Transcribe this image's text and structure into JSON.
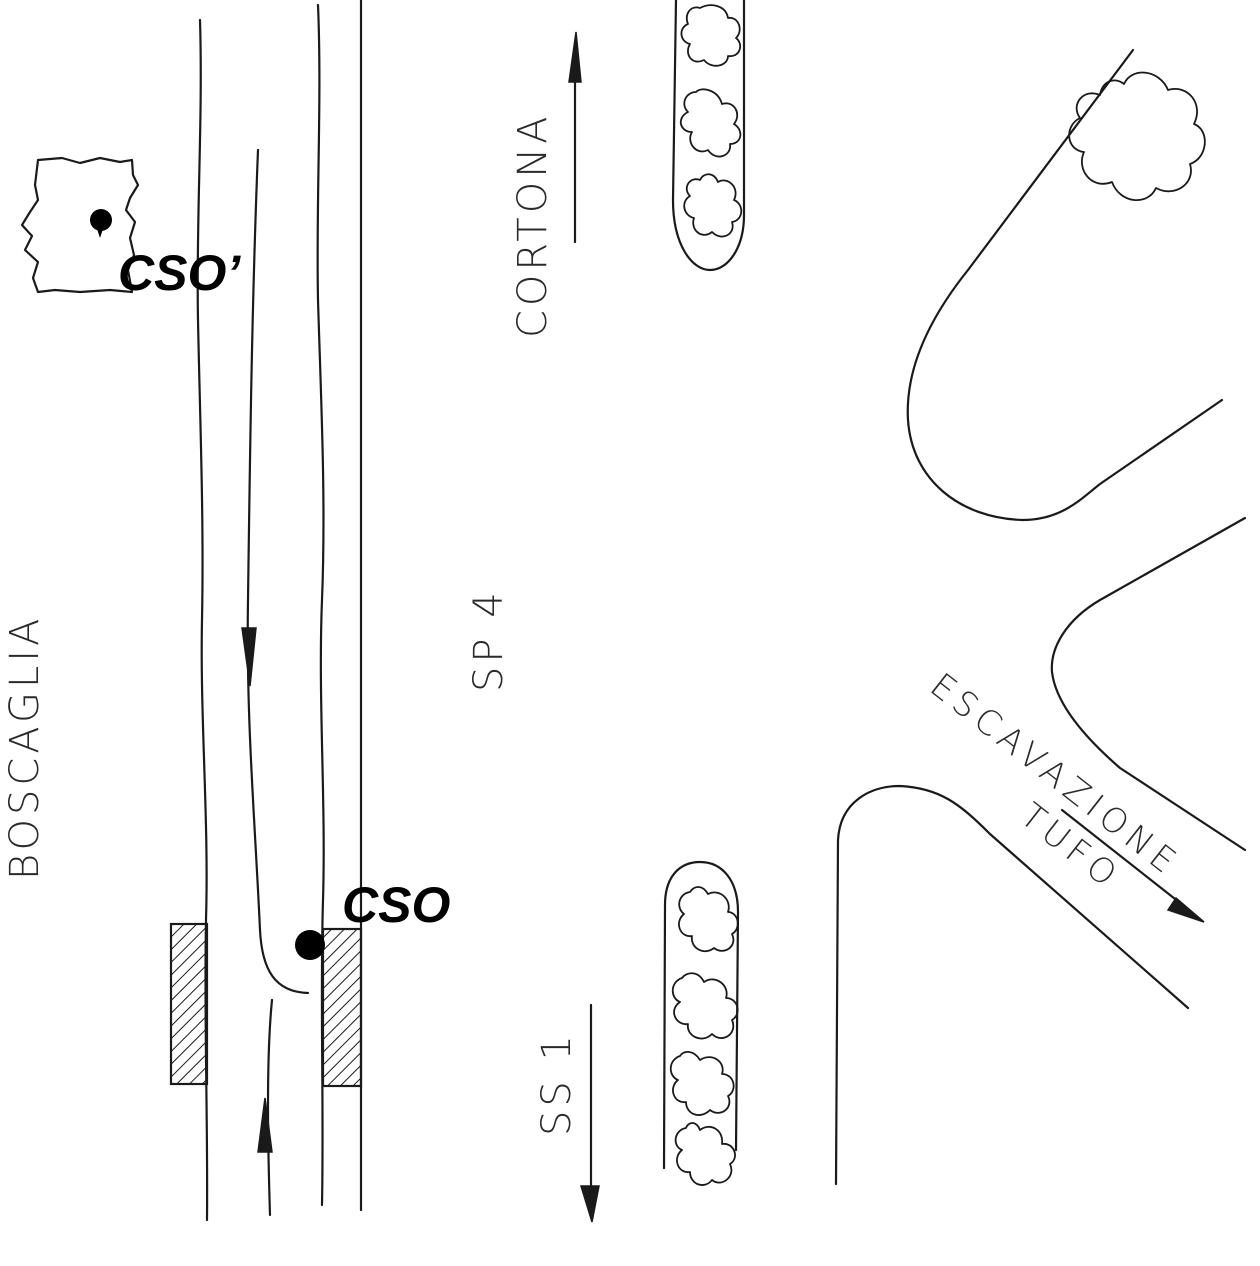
{
  "labels": {
    "boscaglia": "BOSCAGLIA",
    "sp4": "SP 4",
    "cortona": "CORTONA",
    "ss1": "SS 1",
    "escavazione": "ESCAVAZIONE",
    "tufo": "TUFO"
  },
  "markers": {
    "cso_prime": "CSO’",
    "cso": "CSO"
  },
  "colors": {
    "ink": "#1a1a1a",
    "background": "#ffffff"
  }
}
